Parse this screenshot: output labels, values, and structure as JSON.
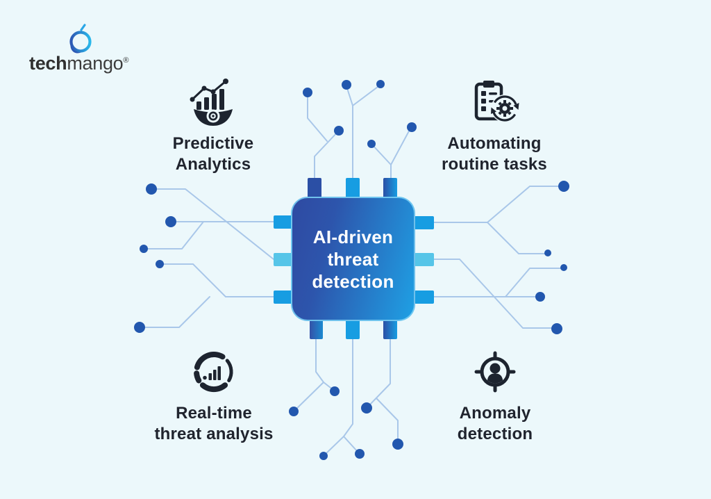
{
  "brand": {
    "name_bold": "tech",
    "name_light": "mango",
    "registered": "®"
  },
  "chip": {
    "label": "AI-driven\nthreat\ndetection"
  },
  "features": {
    "predictive": {
      "label": "Predictive\nAnalytics",
      "icon": "predictive-analytics-chart-eye-icon"
    },
    "automating": {
      "label": "Automating\nroutine tasks",
      "icon": "clipboard-gear-automation-icon"
    },
    "realtime": {
      "label": "Real-time\nthreat analysis",
      "icon": "segmented-donut-bars-icon"
    },
    "anomaly": {
      "label": "Anomaly\ndetection",
      "icon": "person-in-crosshair-icon"
    }
  },
  "colors": {
    "background": "#ecf8fb",
    "chip_gradient_start": "#2f4aa2",
    "chip_gradient_end": "#1fa0e4",
    "chip_text": "#ffffff",
    "trace_line": "#a9c7e9",
    "node_dot": "#2257ae",
    "pin_bright_blue": "#179de2",
    "pin_cyan": "#56c5e8",
    "pin_dark_blue": "#2b4fa5",
    "icon_color": "#1d242f",
    "label_text": "#20242e",
    "logo_blue_dark": "#2c58b4",
    "logo_blue_light": "#29b7ea"
  }
}
